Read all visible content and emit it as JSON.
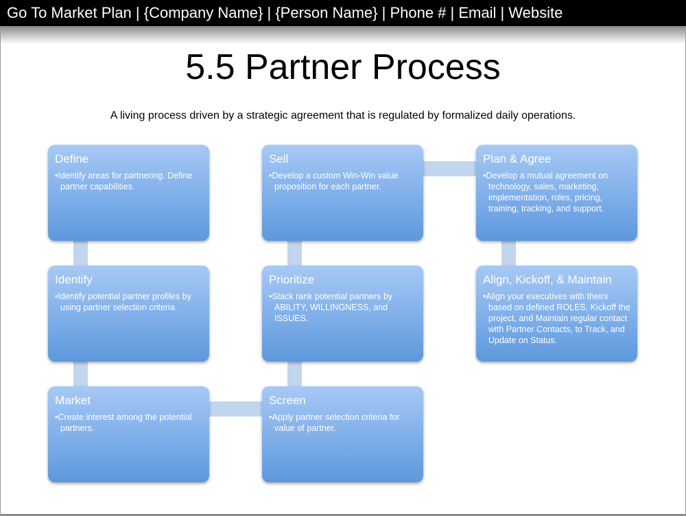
{
  "header": {
    "title": "Go To Market Plan | {Company Name} | {Person Name} | Phone # | Email | Website"
  },
  "slide": {
    "title": "5.5 Partner Process",
    "subtitle": "A living process driven by a strategic agreement that is regulated by formalized daily operations."
  },
  "steps": [
    {
      "title": "Define",
      "text": "•Identify areas for partnering. Define partner capabilities."
    },
    {
      "title": "Identify",
      "text": "•Identify potential partner profiles by using partner selection criteria."
    },
    {
      "title": "Market",
      "text": "•Create interest among the potential partners."
    },
    {
      "title": "Screen",
      "text": "•Apply partner selection criteria for value of partner."
    },
    {
      "title": "Prioritize",
      "text": "•Stack rank potential partners by ABILITY, WILLINGNESS, and ISSUES."
    },
    {
      "title": "Sell",
      "text": "•Develop a custom Win-Win value proposition for each partner."
    },
    {
      "title": "Plan & Agree",
      "text": "•Develop a mutual agreement on technology, sales, marketing, implementation, roles, pricing, training, tracking, and support."
    },
    {
      "title": "Align, Kickoff, & Maintain",
      "text": "•Align your executives with theirs based on defined ROLES, Kickoff the project, and Maintain regular contact with Partner Contacts, to Track, and Update on Status."
    }
  ]
}
